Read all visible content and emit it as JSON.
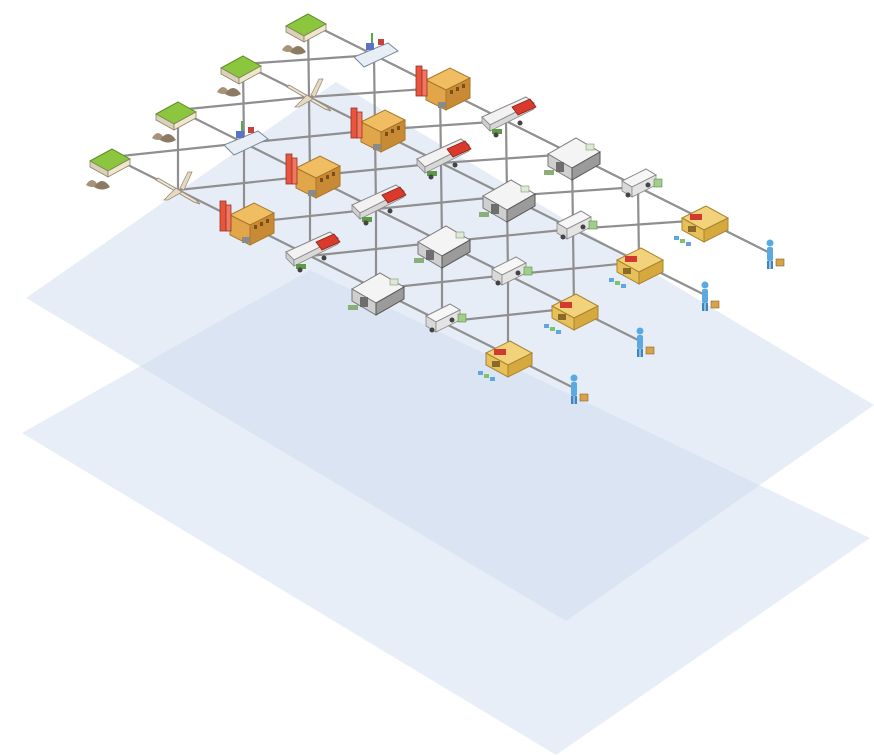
{
  "diagram": {
    "type": "isometric-supply-chain-network",
    "colors": {
      "plane": "#c9d7ee",
      "link": "#8f8f8f",
      "supplier_roof": "#8cc63f",
      "factory": "#e2a64a",
      "tanker_tank": "#d8d8d8",
      "tanker_stripe": "#d93a2b",
      "warehouse": "#9b9b9b",
      "store": "#e8c05a",
      "customer": "#5aa9e0"
    },
    "layers": [
      {
        "name": "upper-plane",
        "icon": "plane-layer"
      },
      {
        "name": "lower-plane",
        "icon": "plane-layer"
      }
    ],
    "columns": [
      {
        "tier": "suppliers",
        "icon": "supplier-shed-icon",
        "count": 4
      },
      {
        "tier": "inbound-transport",
        "icon": "ship-and-plane-icon",
        "count": 4
      },
      {
        "tier": "factories",
        "icon": "factory-icon",
        "count": 4
      },
      {
        "tier": "rail-tankers",
        "icon": "tanker-truck-icon",
        "count": 4
      },
      {
        "tier": "distribution-centers",
        "icon": "warehouse-icon",
        "count": 4
      },
      {
        "tier": "delivery-vans",
        "icon": "van-icon",
        "count": 4
      },
      {
        "tier": "retail-stores",
        "icon": "store-icon",
        "count": 4
      },
      {
        "tier": "customers",
        "icon": "customer-icon",
        "count": 4
      }
    ],
    "nodes": [
      {
        "col": 0,
        "row": 0,
        "kind": "supplier"
      },
      {
        "col": 0,
        "row": 1,
        "kind": "supplier"
      },
      {
        "col": 0,
        "row": 2,
        "kind": "supplier"
      },
      {
        "col": 0,
        "row": 3,
        "kind": "supplier"
      },
      {
        "col": 1,
        "row": 0,
        "kind": "ship"
      },
      {
        "col": 1,
        "row": 1,
        "kind": "plane"
      },
      {
        "col": 1,
        "row": 2,
        "kind": "ship"
      },
      {
        "col": 1,
        "row": 3,
        "kind": "plane"
      },
      {
        "col": 2,
        "row": 0,
        "kind": "factory"
      },
      {
        "col": 2,
        "row": 1,
        "kind": "factory"
      },
      {
        "col": 2,
        "row": 2,
        "kind": "factory"
      },
      {
        "col": 2,
        "row": 3,
        "kind": "factory"
      },
      {
        "col": 3,
        "row": 0,
        "kind": "tanker"
      },
      {
        "col": 3,
        "row": 1,
        "kind": "tanker"
      },
      {
        "col": 3,
        "row": 2,
        "kind": "tanker"
      },
      {
        "col": 3,
        "row": 3,
        "kind": "tanker"
      },
      {
        "col": 4,
        "row": 0,
        "kind": "warehouse"
      },
      {
        "col": 4,
        "row": 1,
        "kind": "warehouse"
      },
      {
        "col": 4,
        "row": 2,
        "kind": "warehouse"
      },
      {
        "col": 4,
        "row": 3,
        "kind": "warehouse"
      },
      {
        "col": 5,
        "row": 0,
        "kind": "van"
      },
      {
        "col": 5,
        "row": 1,
        "kind": "van"
      },
      {
        "col": 5,
        "row": 2,
        "kind": "van"
      },
      {
        "col": 5,
        "row": 3,
        "kind": "van"
      },
      {
        "col": 6,
        "row": 0,
        "kind": "store"
      },
      {
        "col": 6,
        "row": 1,
        "kind": "store"
      },
      {
        "col": 6,
        "row": 2,
        "kind": "store"
      },
      {
        "col": 6,
        "row": 3,
        "kind": "store"
      },
      {
        "col": 7,
        "row": 0,
        "kind": "customer"
      },
      {
        "col": 7,
        "row": 1,
        "kind": "customer"
      },
      {
        "col": 7,
        "row": 2,
        "kind": "customer"
      },
      {
        "col": 7,
        "row": 3,
        "kind": "customer"
      }
    ]
  }
}
